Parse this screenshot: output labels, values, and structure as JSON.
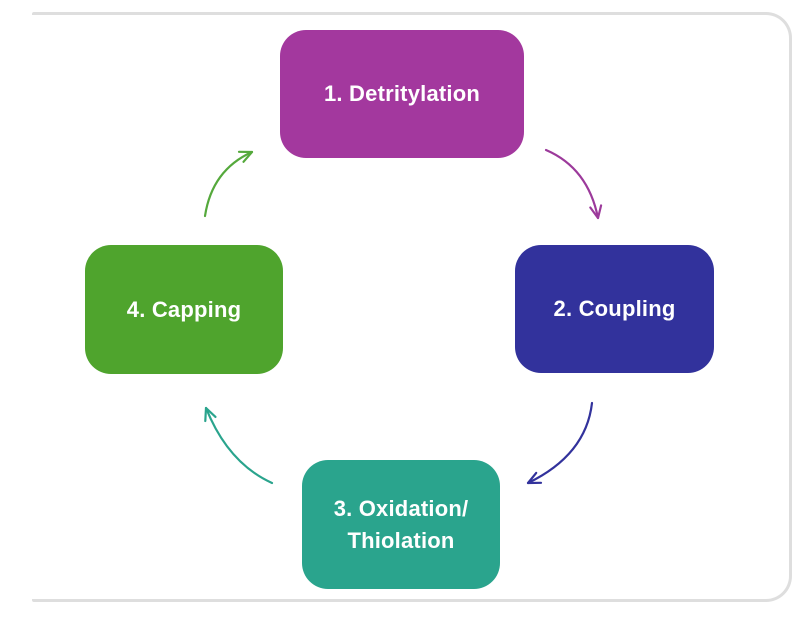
{
  "diagram": {
    "type": "cycle",
    "text_color": "#ffffff",
    "card_border_color": "#dedede",
    "steps": [
      {
        "label": "1. Detritylation",
        "lines": [
          "1. Detritylation"
        ],
        "color": "#a3389e",
        "position": "top"
      },
      {
        "label": "2. Coupling",
        "lines": [
          "2. Coupling"
        ],
        "color": "#32329c",
        "position": "right"
      },
      {
        "label": "3. Oxidation/ Thiolation",
        "lines": [
          "3. Oxidation/",
          "Thiolation"
        ],
        "color": "#2aa48d",
        "position": "bottom"
      },
      {
        "label": "4. Capping",
        "lines": [
          "4. Capping"
        ],
        "color": "#4fa42d",
        "position": "left"
      }
    ],
    "arrows": [
      {
        "from": "1. Detritylation",
        "to": "2. Coupling",
        "color": "#9c3a9b"
      },
      {
        "from": "2. Coupling",
        "to": "3. Oxidation/ Thiolation",
        "color": "#32329c"
      },
      {
        "from": "3. Oxidation/ Thiolation",
        "to": "4. Capping",
        "color": "#2aa48d"
      },
      {
        "from": "4. Capping",
        "to": "1. Detritylation",
        "color": "#55a93c"
      }
    ]
  }
}
